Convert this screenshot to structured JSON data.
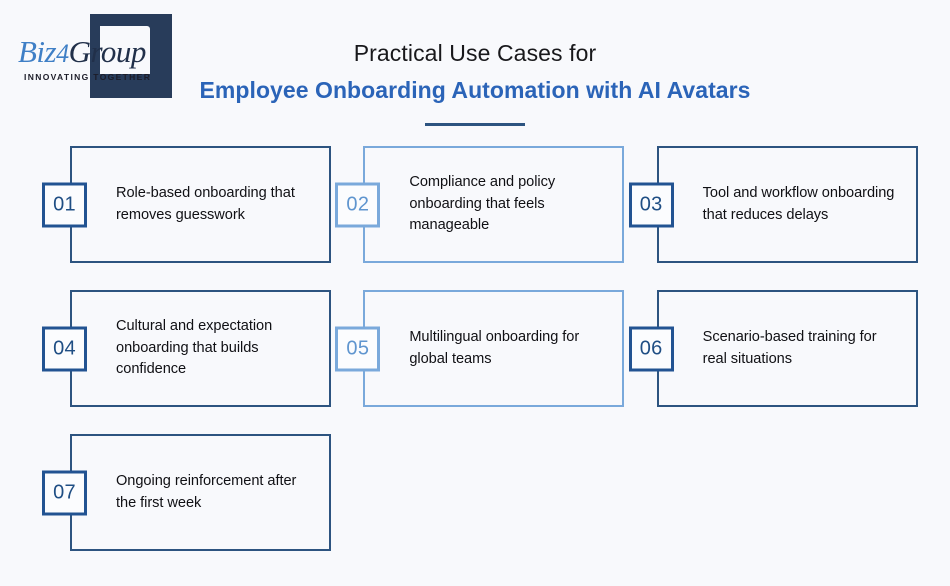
{
  "brand": {
    "name_part1": "Biz",
    "name_part2": "4",
    "name_part3": "Group",
    "tagline": "INNOVATING TOGETHER"
  },
  "header": {
    "title_line1": "Practical Use Cases for",
    "title_line2": "Employee Onboarding Automation with AI Avatars"
  },
  "colors": {
    "page_background": "#f8f9fc",
    "accent_dark_blue": "#2d5480",
    "accent_light_blue": "#7aa9db",
    "title_blue": "#2b64b8",
    "title_dark": "#18181b",
    "badge_dark_border": "#225392",
    "badge_dark_text": "#1f4e84",
    "badge_light_text": "#5f95cf",
    "logo_navy": "#283c5a",
    "logo_blue": "#3f7fc6"
  },
  "cards": [
    {
      "number": "01",
      "text": "Role-based onboarding that removes guesswork",
      "style": "dark"
    },
    {
      "number": "02",
      "text": "Compliance and policy onboarding that feels manageable",
      "style": "light"
    },
    {
      "number": "03",
      "text": "Tool and workflow onboarding that reduces delays",
      "style": "dark"
    },
    {
      "number": "04",
      "text": "Cultural and expectation onboarding that builds confidence",
      "style": "dark"
    },
    {
      "number": "05",
      "text": "Multilingual onboarding for global teams",
      "style": "light"
    },
    {
      "number": "06",
      "text": "Scenario-based training for real situations",
      "style": "dark"
    },
    {
      "number": "07",
      "text": "Ongoing reinforcement after the first week",
      "style": "dark"
    }
  ]
}
